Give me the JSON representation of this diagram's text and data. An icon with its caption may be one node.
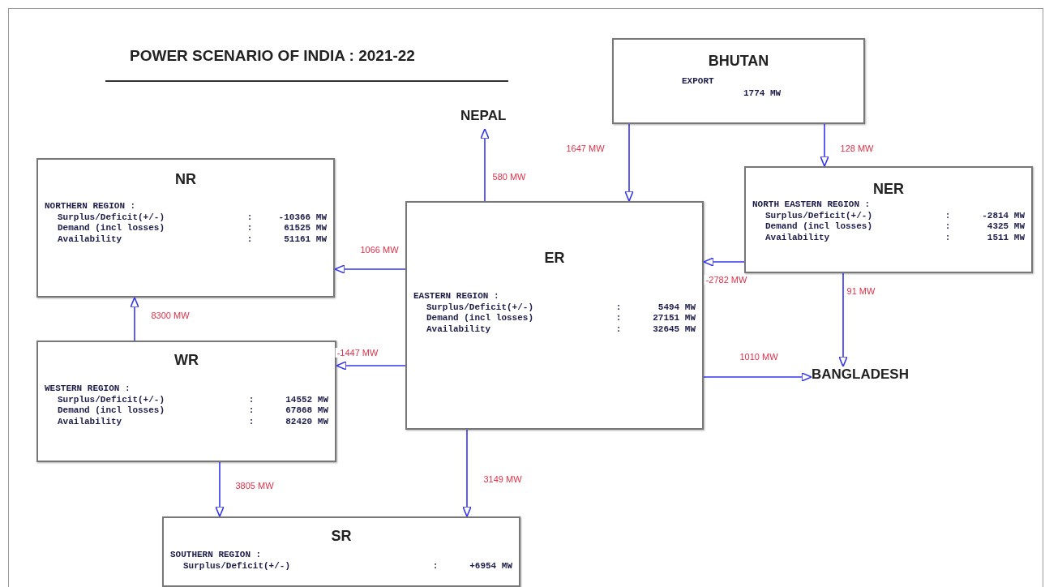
{
  "diagram": {
    "title": "POWER SCENARIO OF INDIA : 2021-22",
    "nodes": [
      {
        "text": [
          "NR",
          "NORTHERN REGION :",
          "Surplus/Deficit(+/-)",
          ":",
          "-10366 MW",
          "Demand (incl losses)",
          ":",
          "61525 MW",
          "Availability",
          ":",
          "51161 MW"
        ]
      },
      {
        "text": [
          "WR",
          "WESTERN REGION :",
          "Surplus/Deficit(+/-)",
          ":",
          "14552 MW",
          "Demand (incl losses)",
          ":",
          "67868 MW",
          "Availability",
          ":",
          "82420 MW"
        ]
      },
      {
        "text": [
          "NEPAL"
        ]
      },
      {
        "text": [
          "ER",
          "EASTERN REGION :",
          "Surplus/Deficit(+/-)",
          ":",
          "5494 MW",
          "Demand (incl losses)",
          ":",
          "27151 MW",
          "Availability",
          ":",
          "32645 MW"
        ]
      },
      {
        "text": [
          "BHUTAN",
          "EXPORT",
          "1774 MW"
        ]
      },
      {
        "text": [
          "NER",
          "NORTH EASTERN REGION :",
          "Surplus/Deficit(+/-)",
          ":",
          "-2814 MW",
          "Demand (incl losses)",
          ":",
          "4325 MW",
          "Availability",
          ":",
          "1511 MW"
        ]
      },
      {
        "text": [
          "BANGLADESH"
        ]
      },
      {
        "text": [
          "SR",
          "SOUTHERN REGION :",
          "Surplus/Deficit(+/-)",
          ":",
          "+6954 MW"
        ]
      }
    ],
    "edges": [
      {
        "from": 3,
        "to": 0,
        "arrow": "to",
        "label": "1066 MW"
      },
      {
        "from": 1,
        "to": 0,
        "arrow": "to",
        "label": "8300 MW"
      },
      {
        "from": 3,
        "to": 2,
        "arrow": "to",
        "label": "580 MW"
      },
      {
        "from": 4,
        "to": 3,
        "arrow": "to",
        "label": "1647 MW"
      },
      {
        "from": 4,
        "to": 5,
        "arrow": "to",
        "label": "128 MW"
      },
      {
        "from": 5,
        "to": 3,
        "arrow": "to",
        "label": "-2782 MW"
      },
      {
        "from": 3,
        "to": 1,
        "arrow": "to",
        "label": "-1447 MW"
      },
      {
        "from": 5,
        "to": 6,
        "arrow": "to",
        "label": "91 MW"
      },
      {
        "from": 3,
        "to": 6,
        "arrow": "to",
        "label": "1010 MW"
      },
      {
        "from": 1,
        "to": 7,
        "arrow": "to",
        "label": "3805 MW"
      },
      {
        "from": 3,
        "to": 7,
        "arrow": "to",
        "label": "3149 MW"
      }
    ]
  }
}
